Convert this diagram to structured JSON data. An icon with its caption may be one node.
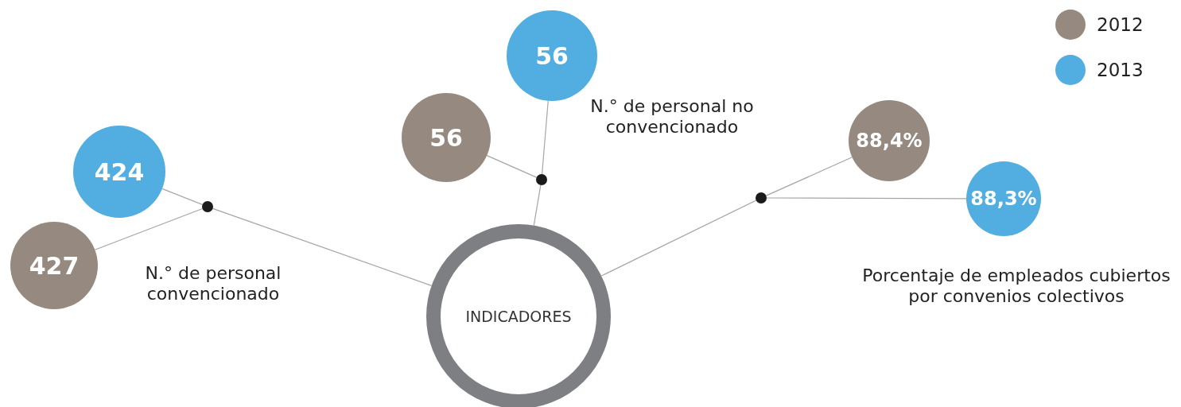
{
  "diagram": {
    "nodes": [
      {
        "text": [
          "INDICADORES"
        ]
      },
      {
        "text": [],
        "shape": "circle"
      },
      {
        "text": [
          "424"
        ]
      },
      {
        "text": [
          "427"
        ]
      },
      {
        "text": [],
        "shape": "circle"
      },
      {
        "text": [
          "56"
        ]
      },
      {
        "text": [
          "56"
        ]
      },
      {
        "text": [],
        "shape": "circle"
      },
      {
        "text": [
          "88,4%"
        ]
      },
      {
        "text": [
          "88,3%"
        ]
      }
    ],
    "edges": [
      {
        "from": 0,
        "to": 1,
        "arrow": "none"
      },
      {
        "from": 1,
        "to": 2,
        "arrow": "none"
      },
      {
        "from": 1,
        "to": 3,
        "arrow": "none"
      },
      {
        "from": 0,
        "to": 4,
        "arrow": "none"
      },
      {
        "from": 4,
        "to": 5,
        "arrow": "none"
      },
      {
        "from": 4,
        "to": 6,
        "arrow": "none"
      },
      {
        "from": 0,
        "to": 7,
        "arrow": "none"
      },
      {
        "from": 7,
        "to": 8,
        "arrow": "none"
      },
      {
        "from": 7,
        "to": 9,
        "arrow": "none"
      }
    ],
    "labels": [
      "N.° de personal no convencionado",
      "N.° de personal convencionado",
      "Porcentaje de empleados cubiertos por convenios colectivos"
    ],
    "legend": [
      {
        "text": "2012",
        "color": "#968a80"
      },
      {
        "text": "2013",
        "color": "#52ade0"
      }
    ]
  }
}
